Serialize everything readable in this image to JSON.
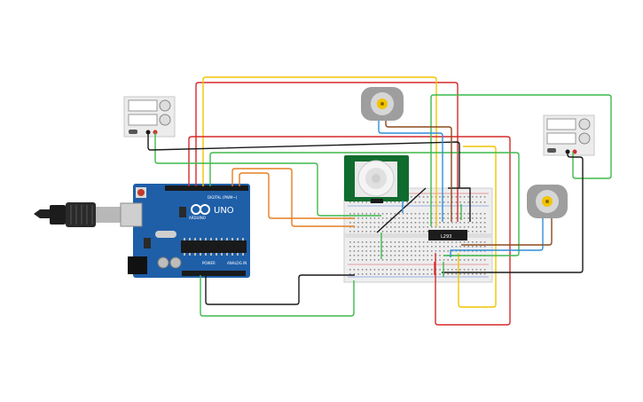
{
  "board": {
    "brand_label": "ARDUINO",
    "model_label": "UNO",
    "digital_label": "DIGITAL (PWM~)",
    "power_label": "POWER",
    "analog_label": "ANALOG IN"
  },
  "driver_chip": {
    "label": "L293"
  },
  "colors": {
    "red": "#d62a2a",
    "yellow": "#f2c400",
    "green": "#3db94a",
    "orange": "#e67e22",
    "blue": "#2f8ed8",
    "black": "#1a1a1a",
    "brown": "#8b4a1c",
    "board_blue": "#1f5fa8",
    "pir_green": "#0f6b2e"
  },
  "components": {
    "power_supply_left": "power-supply",
    "power_supply_right": "power-supply",
    "motor_top": "dc-motor",
    "motor_right": "dc-motor",
    "pir_sensor": "pir-motion-sensor",
    "usb_cable": "usb-cable",
    "breadboard": "breadboard",
    "microcontroller": "arduino-uno"
  }
}
